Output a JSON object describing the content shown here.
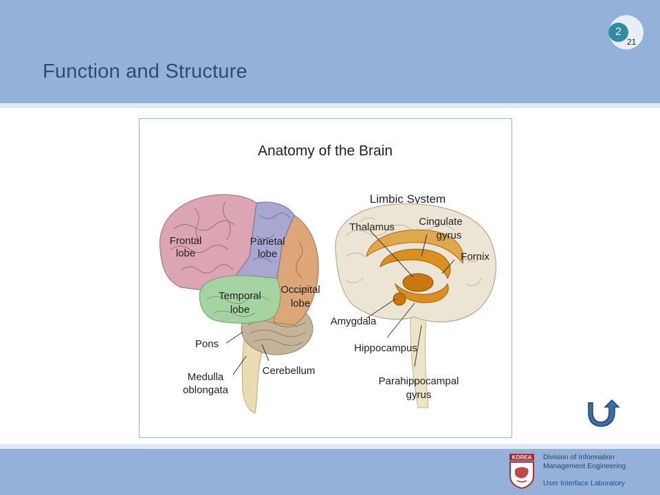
{
  "slide": {
    "title": "Function and Structure",
    "section_number": "2",
    "page_number": "21"
  },
  "figure": {
    "title": "Anatomy of the Brain",
    "left_labels": {
      "frontal_line1": "Frontal",
      "frontal_line2": "lobe",
      "parietal_line1": "Parietal",
      "parietal_line2": "lobe",
      "occipital_line1": "Occipital",
      "occipital_line2": "lobe",
      "temporal_line1": "Temporal",
      "temporal_line2": "lobe",
      "pons": "Pons",
      "cerebellum": "Cerebellum",
      "medulla_line1": "Medulla",
      "medulla_line2": "oblongata"
    },
    "right_title": "Limbic System",
    "right_labels": {
      "thalamus": "Thalamus",
      "cingulate_line1": "Cingulate",
      "cingulate_line2": "gyrus",
      "fornix": "Fornix",
      "amygdala": "Amygdala",
      "hippocampus": "Hippocampus",
      "parahippocampal_line1": "Parahippocampal",
      "parahippocampal_line2": "gyrus"
    }
  },
  "footer": {
    "logo_text": "KOREA",
    "org_line1": "Division of Information",
    "org_line2": "Management Engineering",
    "lab": "User Interface Laboratory"
  },
  "colors": {
    "header_bg": "#93b1d9",
    "title_text": "#2e4d6e",
    "badge": "#2f8aa3",
    "frontal": "#dba5b3",
    "parietal": "#a9a6cf",
    "occipital": "#dca677",
    "temporal": "#a6d3a2",
    "cerebellum": "#c4b49a",
    "limbic": "#d9901f",
    "logo": "#b22a2a"
  },
  "icons": {
    "back": "return-arrow-icon",
    "logo": "university-crest-icon"
  }
}
